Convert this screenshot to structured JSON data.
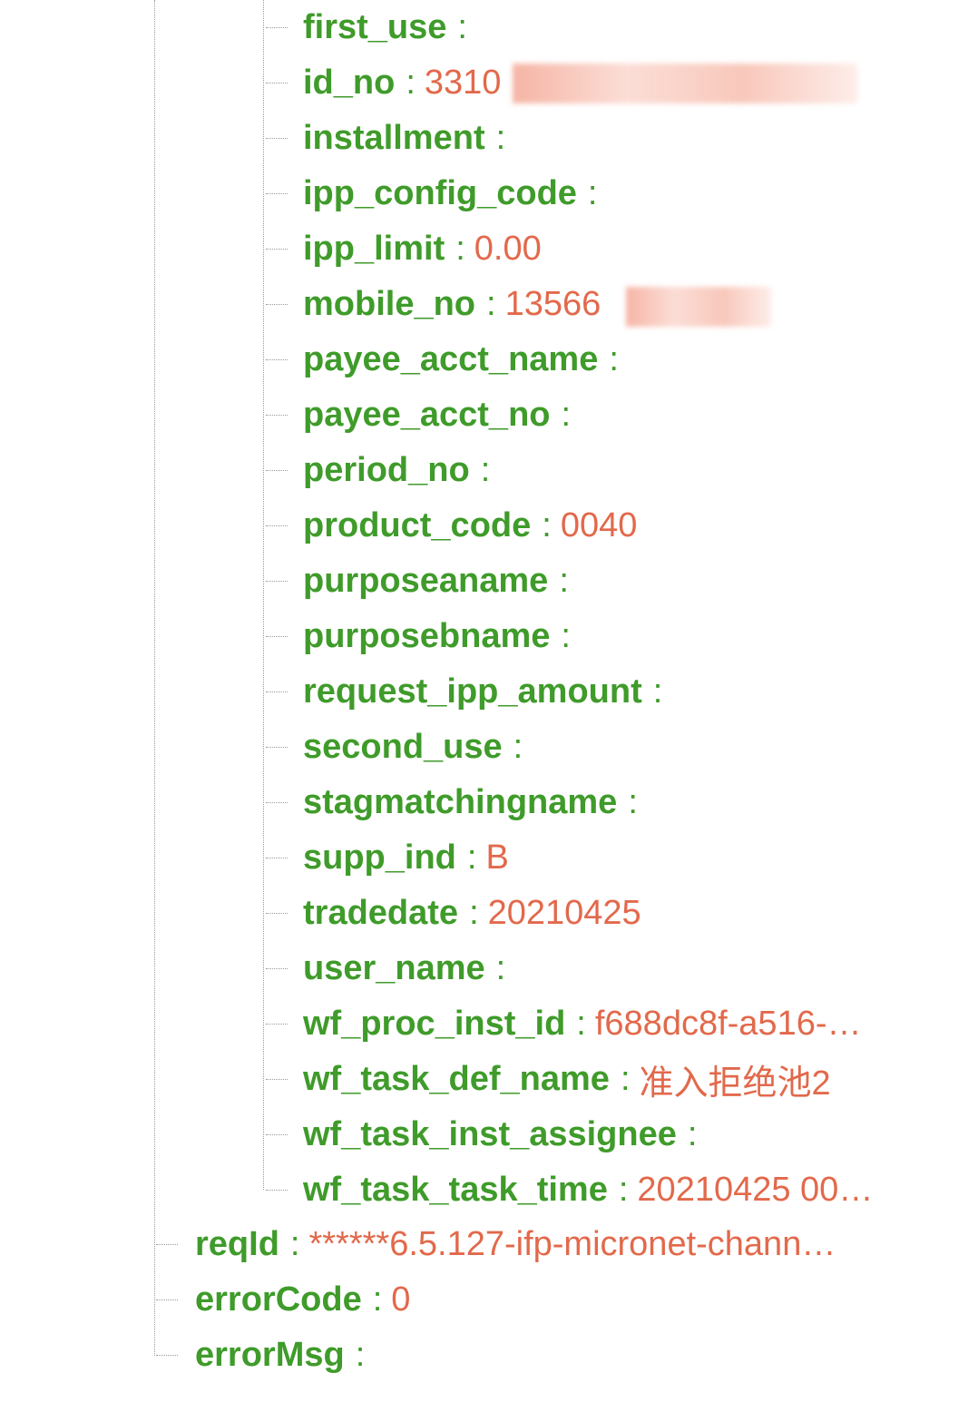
{
  "inner_fields": [
    {
      "key": "first_use",
      "value": ""
    },
    {
      "key": "id_no",
      "value": "3310"
    },
    {
      "key": "installment",
      "value": ""
    },
    {
      "key": "ipp_config_code",
      "value": ""
    },
    {
      "key": "ipp_limit",
      "value": "0.00"
    },
    {
      "key": "mobile_no",
      "value": "13566"
    },
    {
      "key": "payee_acct_name",
      "value": ""
    },
    {
      "key": "payee_acct_no",
      "value": ""
    },
    {
      "key": "period_no",
      "value": ""
    },
    {
      "key": "product_code",
      "value": "0040"
    },
    {
      "key": "purposeaname",
      "value": ""
    },
    {
      "key": "purposebname",
      "value": ""
    },
    {
      "key": "request_ipp_amount",
      "value": ""
    },
    {
      "key": "second_use",
      "value": ""
    },
    {
      "key": "stagmatchingname",
      "value": ""
    },
    {
      "key": "supp_ind",
      "value": "B"
    },
    {
      "key": "tradedate",
      "value": "20210425"
    },
    {
      "key": "user_name",
      "value": ""
    },
    {
      "key": "wf_proc_inst_id",
      "value": "f688dc8f-a516-…"
    },
    {
      "key": "wf_task_def_name",
      "value": "准入拒绝池2"
    },
    {
      "key": "wf_task_inst_assignee",
      "value": ""
    },
    {
      "key": "wf_task_task_time",
      "value": "20210425 00…"
    }
  ],
  "outer_fields": [
    {
      "key": "reqId",
      "value": "******6.5.127-ifp-micronet-chann…"
    },
    {
      "key": "errorCode",
      "value": "0"
    },
    {
      "key": "errorMsg",
      "value": ""
    }
  ],
  "separator": ":",
  "colors": {
    "key": "#3f9b2a",
    "value": "#e2694b",
    "tree_line": "#9a9a9a"
  }
}
